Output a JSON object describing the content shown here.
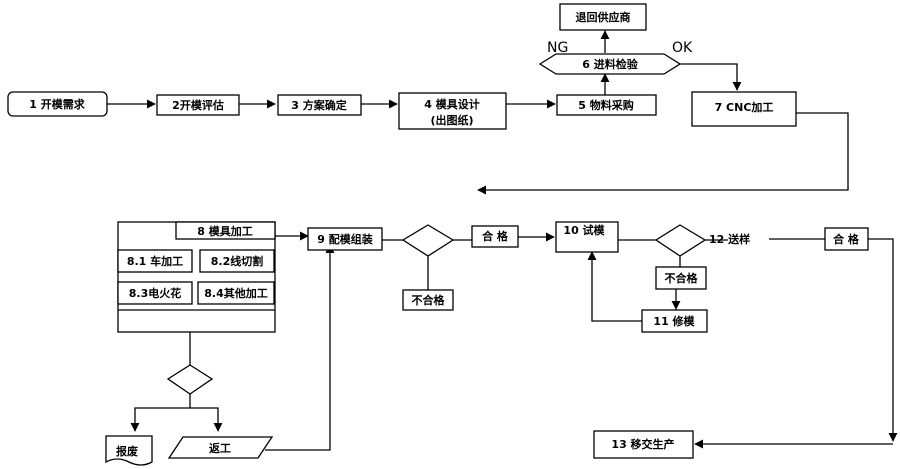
{
  "nodes": {
    "n1": "1 开模需求",
    "n2": "2开模评估",
    "n3": "3 方案确定",
    "n4_line1": "4 模具设计",
    "n4_line2": "(出图纸)",
    "n5": "5 物料采购",
    "n6": "6 进料检验",
    "return_supplier": "退回供应商",
    "n7": "7 CNC加工",
    "n8": "8 模具加工",
    "n8_1": "8.1 车加工",
    "n8_2": "8.2线切割",
    "n8_3": "8.3电火花",
    "n8_4": "8.4其他加工",
    "n9": "9 配模组装",
    "pass_1": "合  格",
    "fail_1": "不合格",
    "n10": "10 试模",
    "fail_2": "不合格",
    "n11": "11 修模",
    "n12": "12 送样",
    "pass_2": "合  格",
    "n13": "13 移交生产",
    "scrap": "报废",
    "rework": "返工"
  },
  "labels": {
    "ng": "NG",
    "ok": "OK"
  }
}
